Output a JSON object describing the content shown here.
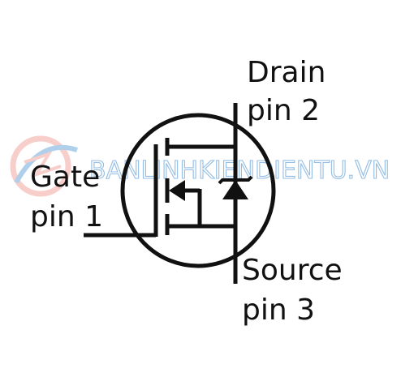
{
  "labels": {
    "drain_name": "Drain",
    "drain_pin": "pin 2",
    "gate_name": "Gate",
    "gate_pin": "pin 1",
    "source_name": "Source",
    "source_pin": "pin 3"
  },
  "watermark": {
    "text": "BANLINHKIENDIENTU.VN"
  },
  "colors": {
    "line": "#111111",
    "background": "#ffffff",
    "watermark_blue": "#6fa8dc",
    "watermark_red": "#f4a7a0"
  },
  "symbol": "n-channel-mosfet-with-body-diode"
}
